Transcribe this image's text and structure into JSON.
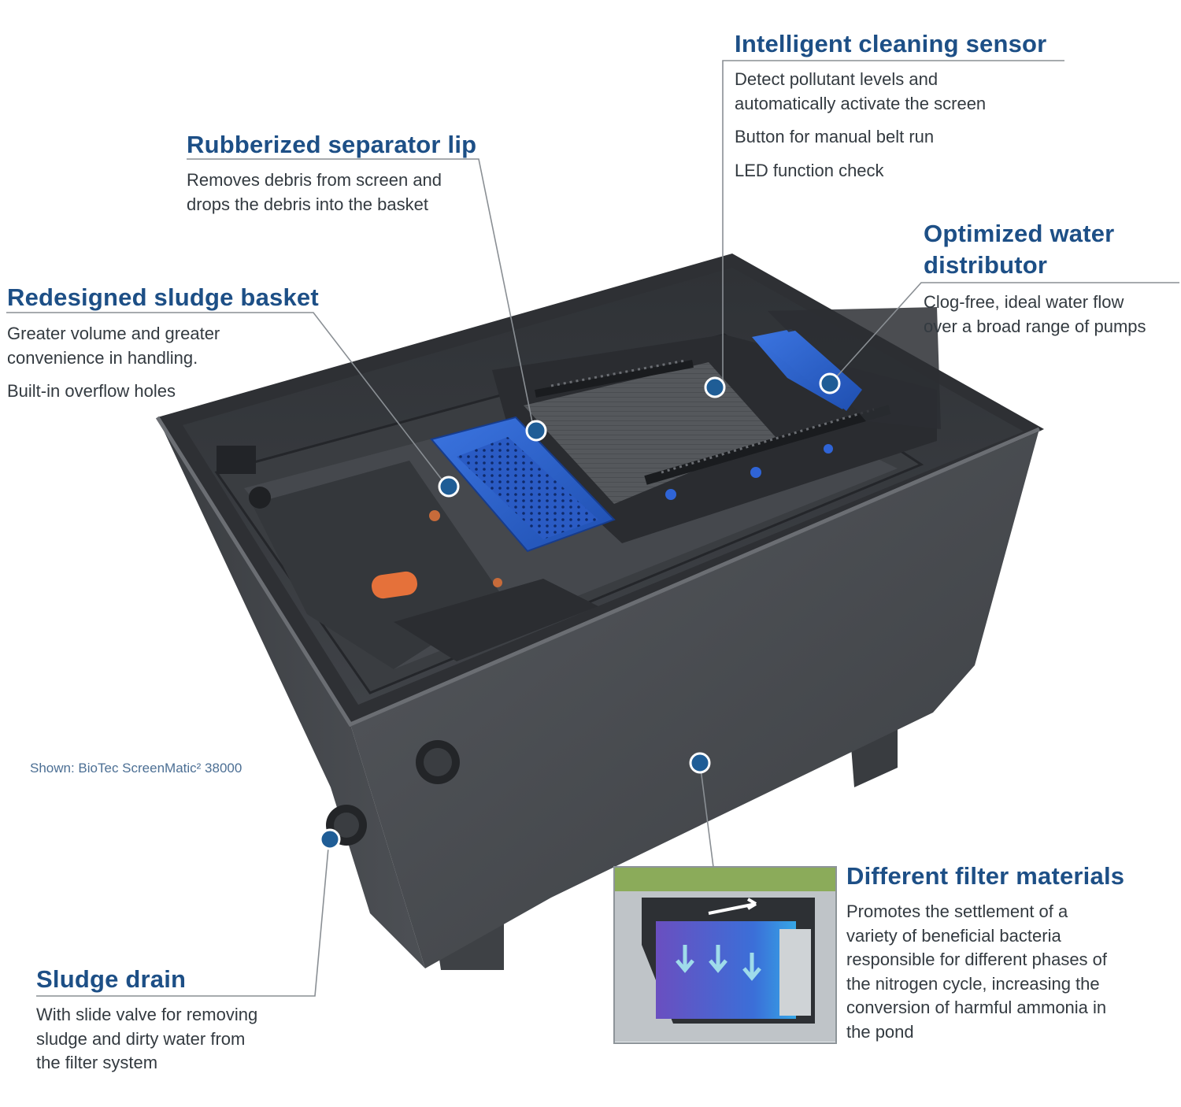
{
  "callouts": {
    "cleaning_sensor": {
      "title": "Intelligent cleaning sensor",
      "lines": [
        "Detect pollutant levels and",
        "automatically activate the screen",
        "Button for manual belt run",
        "LED function check"
      ]
    },
    "separator_lip": {
      "title": "Rubberized separator lip",
      "lines": [
        "Removes debris from screen and",
        "drops the debris into the basket"
      ]
    },
    "water_distributor": {
      "title_lines": [
        "Optimized water",
        "distributor"
      ],
      "lines": [
        "Clog-free, ideal water flow",
        "over a broad range of pumps"
      ]
    },
    "sludge_basket": {
      "title": "Redesigned sludge basket",
      "lines": [
        "Greater volume and greater",
        "convenience in handling.",
        "Built-in overflow holes"
      ]
    },
    "sludge_drain": {
      "title": "Sludge drain",
      "lines": [
        "With slide valve for removing",
        "sludge and dirty water from",
        "the filter system"
      ]
    },
    "filter_materials": {
      "title": "Different filter materials",
      "lines": [
        "Promotes the settlement of a",
        "variety of beneficial bacteria",
        "responsible for different phases of",
        "the nitrogen cycle, increasing the",
        "conversion of harmful ammonia in",
        "the pond"
      ]
    }
  },
  "caption": "Shown: BioTec ScreenMatic² 38000",
  "colors": {
    "accent": "#1d4f86",
    "marker": "#1f5d96",
    "body_text": "#333a40",
    "housing": "#4a4d52",
    "basket": "#2f63c9"
  }
}
